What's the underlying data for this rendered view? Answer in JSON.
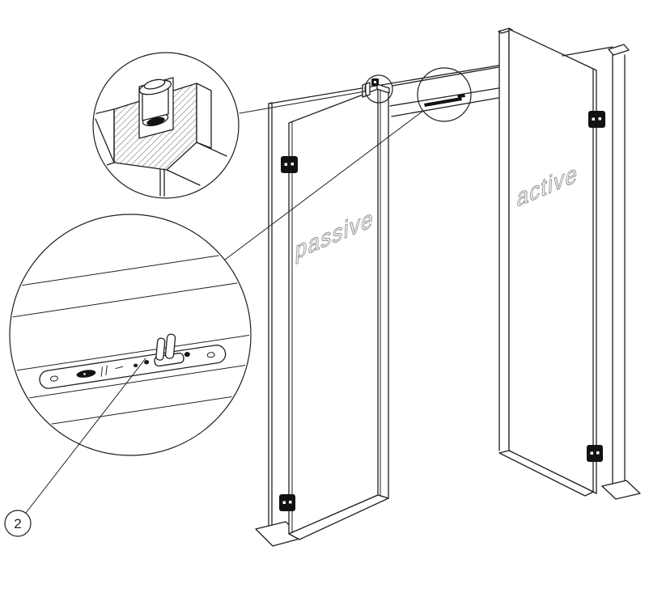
{
  "diagram": {
    "type": "isometric-technical-illustration-double-door",
    "labels": {
      "passive_door": "passive",
      "active_door": "active",
      "callout_number": "2"
    },
    "colors": {
      "line": "#1f1f1f",
      "paper": "#ffffff",
      "hardware": "#121212",
      "label_outline": "#9e9e9e"
    },
    "icons": {
      "callout": "numbered-circle-callout",
      "hinge": "door-hinge-block",
      "detail_top": "flush-bolt-cross-section-detail",
      "detail_plate": "flush-bolt-faceplate-detail",
      "marker_top_corner": "door-top-corner-highlight-circle",
      "marker_strike": "header-strike-highlight-circle"
    }
  }
}
